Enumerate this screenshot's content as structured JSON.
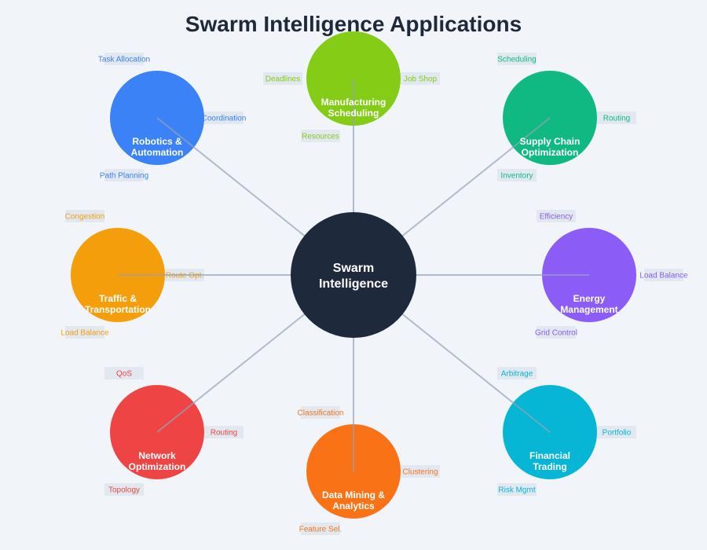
{
  "title": "Swarm Intelligence Applications",
  "center": {
    "lines": [
      "Swarm",
      "Intelligence"
    ],
    "color": "#1e293b"
  },
  "nodes": [
    {
      "id": "robotics",
      "lines": [
        "Robotics &",
        "Automation"
      ],
      "color": "#3b82f6",
      "tags": [
        "Task Allocation",
        "Coordination",
        "Path Planning"
      ]
    },
    {
      "id": "manufacturing",
      "lines": [
        "Manufacturing",
        "Scheduling"
      ],
      "color": "#84cc16",
      "tags": [
        "Deadlines",
        "Job Shop",
        "Resources"
      ]
    },
    {
      "id": "supply-chain",
      "lines": [
        "Supply Chain",
        "Optimization"
      ],
      "color": "#10b981",
      "tags": [
        "Scheduling",
        "Routing",
        "Inventory"
      ]
    },
    {
      "id": "traffic",
      "lines": [
        "Traffic &",
        "Transportation"
      ],
      "color": "#f59e0b",
      "tags": [
        "Congestion",
        "Route Opt.",
        "Load Balance"
      ]
    },
    {
      "id": "energy",
      "lines": [
        "Energy",
        "Management"
      ],
      "color": "#8b5cf6",
      "tags": [
        "Efficiency",
        "Load Balance",
        "Grid Control"
      ]
    },
    {
      "id": "network",
      "lines": [
        "Network",
        "Optimization"
      ],
      "color": "#ef4444",
      "tags": [
        "QoS",
        "Routing",
        "Topology"
      ]
    },
    {
      "id": "data-mining",
      "lines": [
        "Data Mining &",
        "Analytics"
      ],
      "color": "#f97316",
      "tags": [
        "Classification",
        "Clustering",
        "Feature Sel."
      ]
    },
    {
      "id": "financial",
      "lines": [
        "Financial",
        "Trading"
      ],
      "color": "#06b6d4",
      "tags": [
        "Arbitrage",
        "Portfolio",
        "Risk Mgmt"
      ]
    }
  ]
}
